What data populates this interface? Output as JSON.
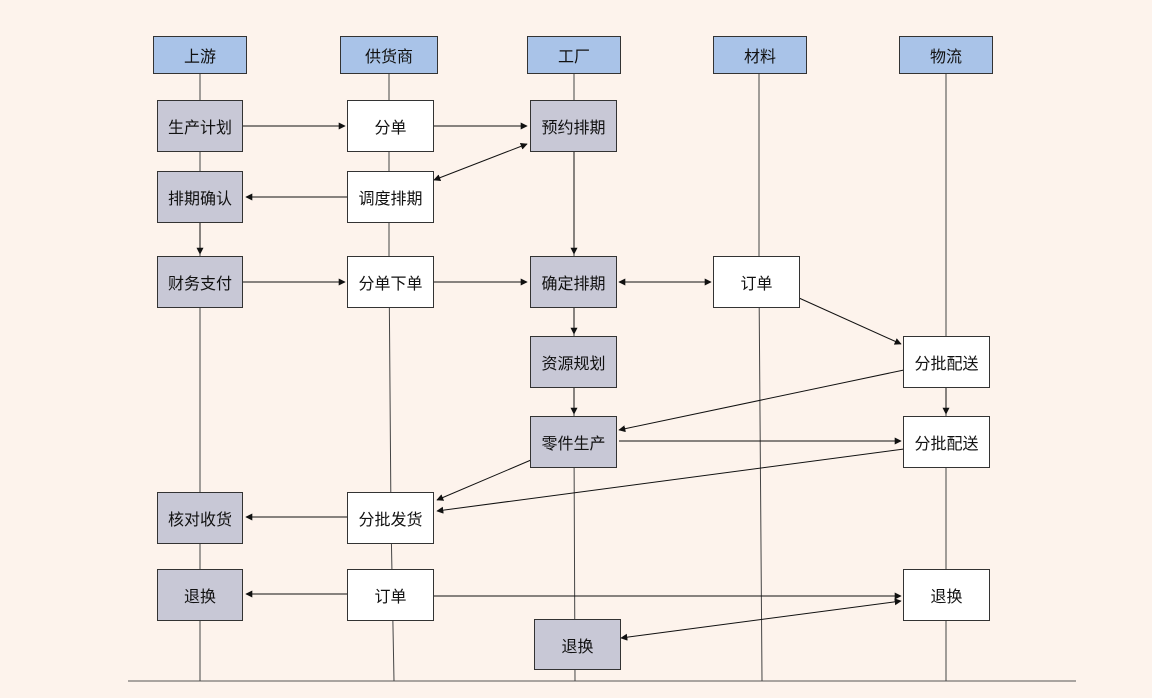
{
  "lanes": {
    "upstream": "上游",
    "supplier": "供货商",
    "factory": "工厂",
    "material": "材料",
    "logistics": "物流"
  },
  "nodes": {
    "production_plan": "生产计划",
    "split_order": "分单",
    "reserve_schedule": "预约排期",
    "adjust_schedule": "调度排期",
    "confirm_schedule": "排期确认",
    "payment": "财务支付",
    "split_place_order": "分单下单",
    "fix_schedule": "确定排期",
    "material_order": "订单",
    "resource_planning": "资源规划",
    "batch_delivery_1": "分批配送",
    "parts_production": "零件生产",
    "batch_delivery_2": "分批配送",
    "batch_shipping": "分批发货",
    "check_receipt": "核对收货",
    "return_upstream": "退换",
    "return_order": "订单",
    "return_logistics": "退换",
    "return_factory": "退换"
  }
}
